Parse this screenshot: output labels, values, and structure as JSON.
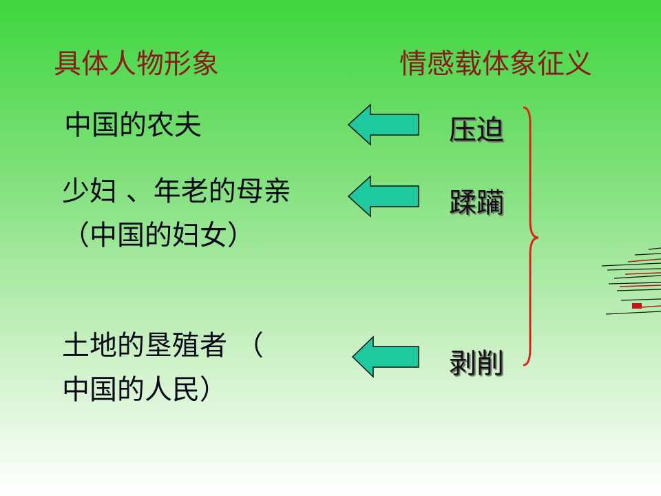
{
  "headers": {
    "left": "具体人物形象",
    "right": "情感载体象征义"
  },
  "items": [
    {
      "lines": [
        "中国的农夫"
      ]
    },
    {
      "lines": [
        "少妇 、年老的母亲",
        "（中国的妇女）"
      ]
    },
    {
      "lines": [
        "土地的垦殖者 （",
        "中国的人民）"
      ]
    }
  ],
  "verbs": [
    "压迫",
    "蹂躏",
    "剥削"
  ],
  "colors": {
    "header_text": "#8b1a1a",
    "arrow_fill": "#1ec9a0",
    "brace": "#e0201a"
  },
  "icons": [
    "left-arrow-icon",
    "curly-brace-icon",
    "decorative-lines-icon"
  ]
}
